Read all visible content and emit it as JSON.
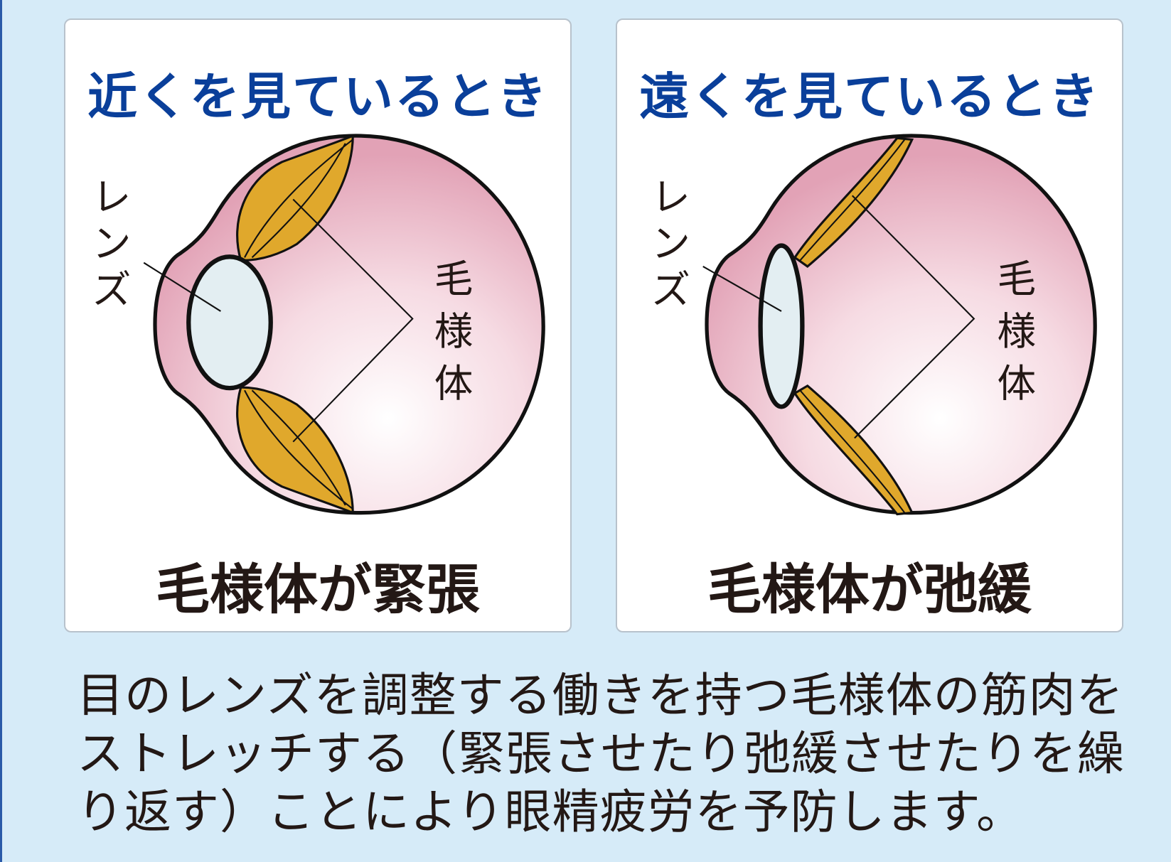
{
  "panels": [
    {
      "title": "近くを見ているとき",
      "caption": "毛様体が緊張",
      "lens_label": "レンズ",
      "muscle_label": "毛様体"
    },
    {
      "title": "遠くを見ているとき",
      "caption": "毛様体が弛緩",
      "lens_label": "レンズ",
      "muscle_label": "毛様体"
    }
  ],
  "description": "目のレンズを調整する働きを持つ毛様体の筋肉をストレッチする（緊張させたり弛緩させたりを繰り返す）ことにより眼精疲労を予防します。",
  "colors": {
    "title": "#0a3f9a",
    "eye": "#e8a8bc",
    "muscle": "#e0a82c",
    "background": "#d6ebf8"
  }
}
